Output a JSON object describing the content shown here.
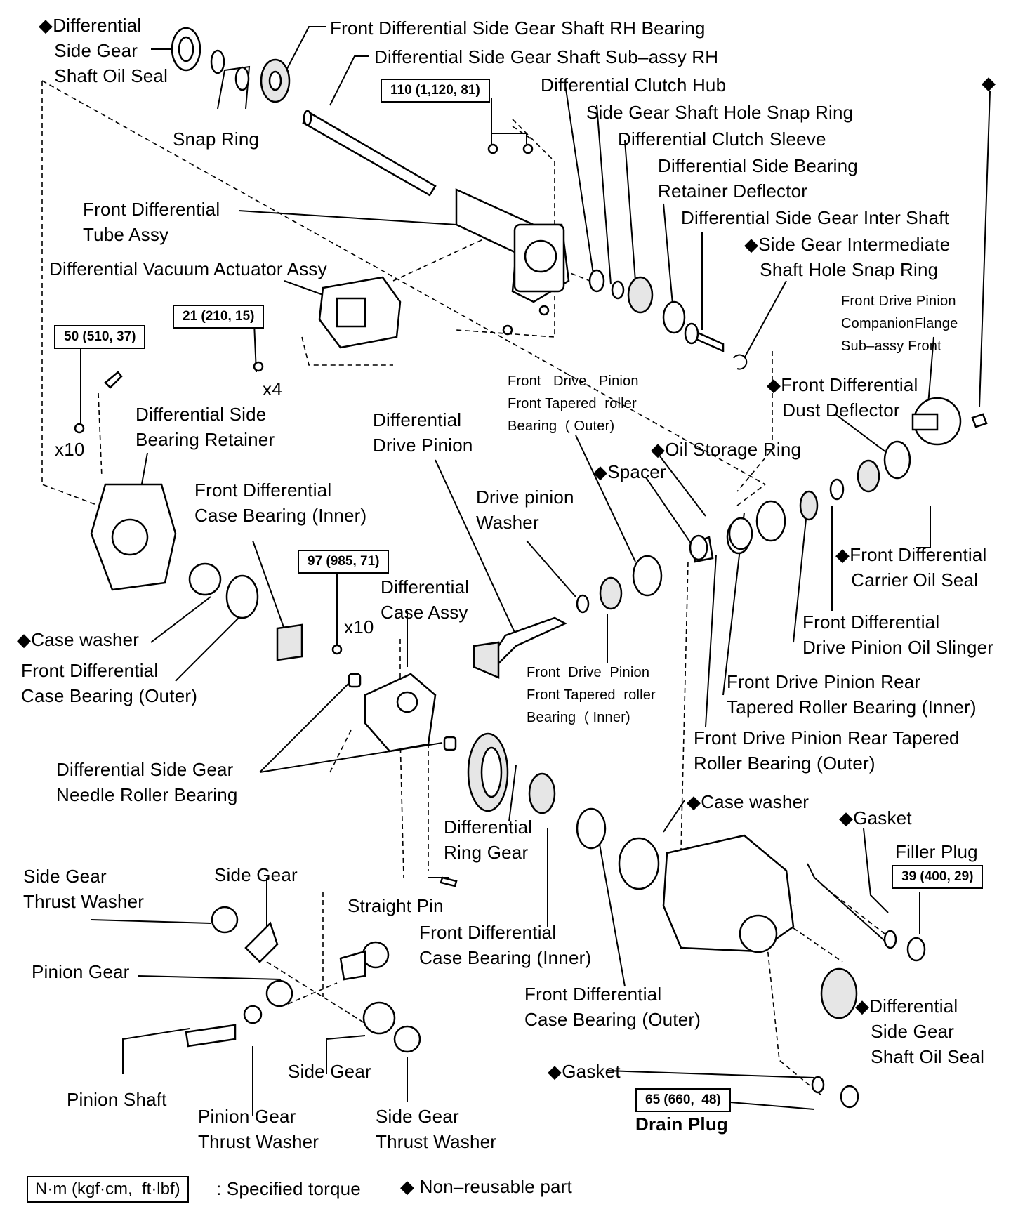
{
  "labels": {
    "diff_side_gear_shaft_oil_seal_top": "◆Differential\n   Side Gear\n   Shaft Oil Seal",
    "rh_bearing": "Front Differential Side Gear Shaft RH Bearing",
    "side_gear_shaft_rh": "Differential Side Gear Shaft Sub–assy RH",
    "snap_ring": "Snap Ring",
    "clutch_hub": "Differential Clutch Hub",
    "side_gear_shaft_hole_snap_ring": "Side Gear Shaft Hole Snap Ring",
    "clutch_sleeve": "Differential Clutch Sleeve",
    "side_bearing_retainer_deflector": "Differential Side Bearing\nRetainer Deflector",
    "side_gear_inter_shaft": "Differential Side Gear Inter Shaft",
    "side_gear_intermediate_snap_ring": "◆Side Gear Intermediate\n   Shaft Hole Snap Ring",
    "front_diff_tube_assy": "Front Differential\nTube Assy",
    "vacuum_actuator": "Differential Vacuum Actuator Assy",
    "companion_flange": "Front Drive Pinion\nCompanionFlange\nSub–assy Front",
    "x4": "x4",
    "x10_a": "x10",
    "x10_b": "x10",
    "side_bearing_retainer": "Differential Side\nBearing Retainer",
    "drive_pinion": "Differential\nDrive Pinion",
    "front_tapered_outer": "Front   Drive   Pinion\nFront Tapered  roller\nBearing  ( Outer)",
    "dust_deflector": "◆Front Differential\n   Dust Deflector",
    "oil_storage_ring": "◆Oil Storage Ring",
    "spacer": "◆Spacer",
    "case_bearing_inner_top": "Front Differential\nCase Bearing (Inner)",
    "drive_pinion_washer": "Drive pinion\nWasher",
    "carrier_oil_seal": "◆Front Differential\n   Carrier Oil Seal",
    "case_assy": "Differential\nCase Assy",
    "case_washer_left": "◆Case washer",
    "case_bearing_outer_left": "Front Differential\nCase Bearing (Outer)",
    "front_tapered_inner": "Front  Drive  Pinion\nFront Tapered  roller\nBearing  ( Inner)",
    "oil_slinger": "Front Differential\nDrive Pinion Oil Slinger",
    "rear_tapered_inner": "Front Drive Pinion Rear\nTapered Roller Bearing (Inner)",
    "rear_tapered_outer": "Front Drive Pinion Rear Tapered\nRoller Bearing (Outer)",
    "needle_roller_bearing": "Differential Side Gear\nNeedle Roller Bearing",
    "ring_gear": "Differential\nRing Gear",
    "case_washer_right": "◆Case washer",
    "gasket_top": "◆Gasket",
    "filler_plug": "Filler Plug",
    "side_gear_thrust_washer_left": "Side Gear\nThrust Washer",
    "side_gear_top": "Side Gear",
    "straight_pin": "Straight Pin",
    "case_bearing_inner_bottom": "Front Differential\nCase Bearing (Inner)",
    "pinion_gear": "Pinion Gear",
    "case_bearing_outer_bottom": "Front Differential\nCase Bearing (Outer)",
    "diff_side_gear_shaft_oil_seal_bottom": "◆Differential\n   Side Gear\n   Shaft Oil Seal",
    "side_gear_bottom": "Side Gear",
    "gasket_bottom": "◆Gasket",
    "pinion_shaft": "Pinion Shaft",
    "pinion_gear_thrust_washer": "Pinion Gear\nThrust Washer",
    "side_gear_thrust_washer_right": "Side Gear\nThrust Washer",
    "drain_plug": "Drain Plug",
    "diamond_top_right": "◆"
  },
  "torques": {
    "t110": "110 (1,120, 81)",
    "t21": "21 (210, 15)",
    "t50": "50 (510, 37)",
    "t97": "97 (985, 71)",
    "t39": "39 (400, 29)",
    "t65": "65 (660,  48)"
  },
  "legend": {
    "unit_box": "N·m (kgf·cm,  ft·lbf)",
    "unit_desc": ": Specified torque",
    "nonreusable": "◆ Non–reusable part"
  }
}
